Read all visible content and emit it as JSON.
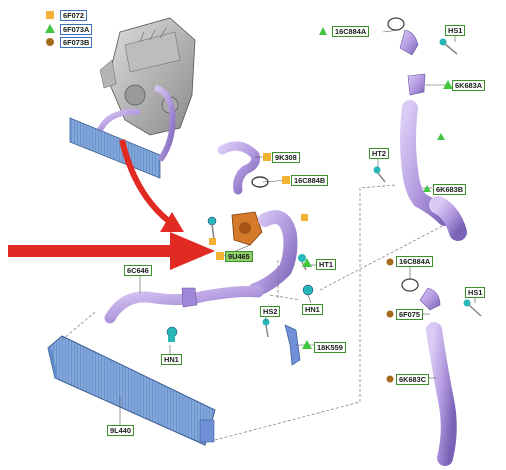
{
  "legend": [
    {
      "code": "6F072",
      "marker": "square",
      "color": "#f2b233"
    },
    {
      "code": "6F073A",
      "marker": "triangle",
      "color": "#42c742"
    },
    {
      "code": "6F073B",
      "marker": "dot",
      "color": "#a66a1f"
    }
  ],
  "labels": {
    "p9K308": "9K308",
    "p16C884B": "16C884B",
    "p9U465": "9U465",
    "pHT1": "HT1",
    "pHN1_right": "HN1",
    "p6C646": "6C646",
    "pHS2": "HS2",
    "p18K559": "18K559",
    "pHN1_left": "HN1",
    "p9L440": "9L440",
    "p16C884A_top": "16C884A",
    "pHS1_top": "HS1",
    "p6K683A": "6K683A",
    "pHT2": "HT2",
    "p6K683B": "6K683B",
    "p16C884A_low": "16C884A",
    "pHS1_low": "HS1",
    "p6F075": "6F075",
    "p6K683C": "6K683C"
  },
  "colors": {
    "hose": "#b49be0",
    "hose_dark": "#7a62b6",
    "cooler": "#7ea6dc",
    "cooler_dark": "#4d78b8",
    "arrow": "#e02a22",
    "leader": "#555555",
    "highlight": "#8fd06a"
  }
}
